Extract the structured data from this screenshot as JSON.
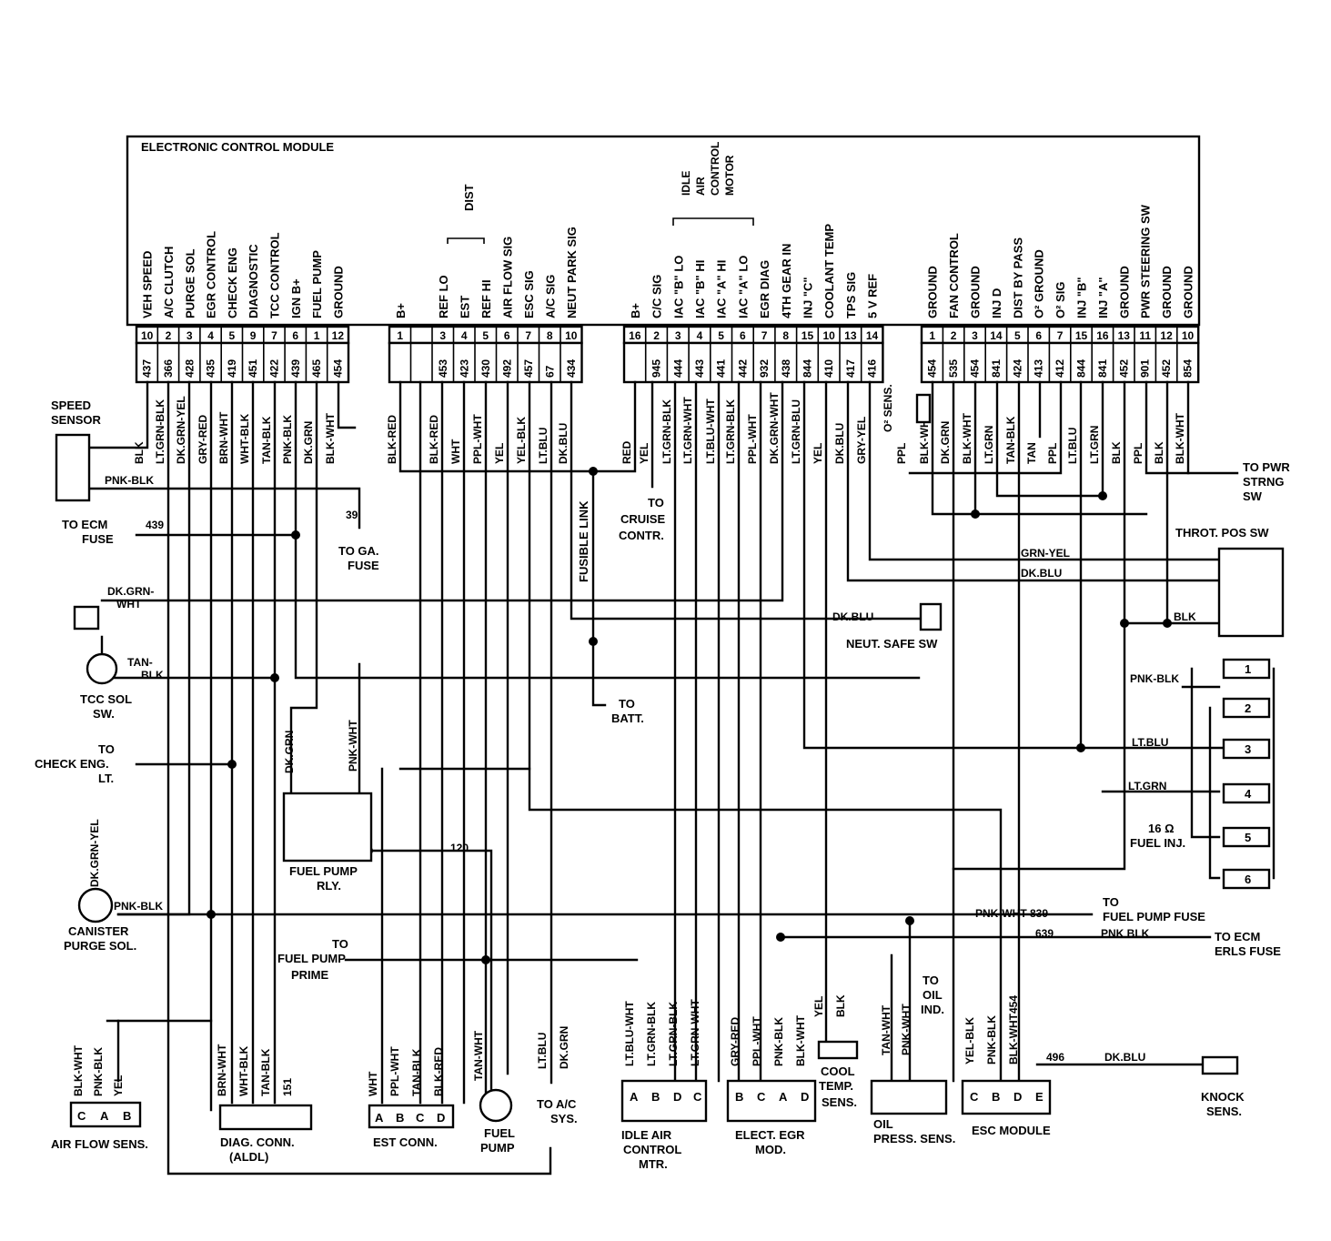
{
  "ecm": {
    "title": "ELECTRONIC CONTROL MODULE",
    "dist_label": "DIST",
    "iac_group_label": [
      "IDLE",
      "AIR",
      "CONTROL",
      "MOTOR"
    ],
    "groups": [
      {
        "id": "A",
        "pins": [
          {
            "label": "VEH SPEED",
            "pin": "10",
            "wire": "437"
          },
          {
            "label": "A/C CLUTCH",
            "pin": "2",
            "wire": "366"
          },
          {
            "label": "PURGE SOL",
            "pin": "3",
            "wire": "428"
          },
          {
            "label": "EGR CONTROL",
            "pin": "4",
            "wire": "435"
          },
          {
            "label": "CHECK ENG",
            "pin": "5",
            "wire": "419"
          },
          {
            "label": "DIAGNOSTIC",
            "pin": "9",
            "wire": "451"
          },
          {
            "label": "TCC CONTROL",
            "pin": "7",
            "wire": "422"
          },
          {
            "label": "IGN B+",
            "pin": "6",
            "wire": "439"
          },
          {
            "label": "FUEL PUMP",
            "pin": "1",
            "wire": "465"
          },
          {
            "label": "GROUND",
            "pin": "12",
            "wire": "454"
          }
        ]
      },
      {
        "id": "B",
        "pins": [
          {
            "label": "B+",
            "pin": "1",
            "wire": ""
          },
          {
            "label": "",
            "pin": "",
            "wire": ""
          },
          {
            "label": "REF LO",
            "pin": "3",
            "wire": "453"
          },
          {
            "label": "EST",
            "pin": "4",
            "wire": "423"
          },
          {
            "label": "REF HI",
            "pin": "5",
            "wire": "430"
          },
          {
            "label": "AIR FLOW SIG",
            "pin": "6",
            "wire": "492"
          },
          {
            "label": "ESC SIG",
            "pin": "7",
            "wire": "457"
          },
          {
            "label": "A/C SIG",
            "pin": "8",
            "wire": "67"
          },
          {
            "label": "NEUT PARK SIG",
            "pin": "10",
            "wire": "434"
          }
        ]
      },
      {
        "id": "C",
        "pins": [
          {
            "label": "B+",
            "pin": "16",
            "wire": ""
          },
          {
            "label": "C/C SIG",
            "pin": "2",
            "wire": "945"
          },
          {
            "label": "IAC \"B\" LO",
            "pin": "3",
            "wire": "444"
          },
          {
            "label": "IAC \"B\" HI",
            "pin": "4",
            "wire": "443"
          },
          {
            "label": "IAC \"A\" HI",
            "pin": "5",
            "wire": "441"
          },
          {
            "label": "IAC \"A\" LO",
            "pin": "6",
            "wire": "442"
          },
          {
            "label": "EGR DIAG",
            "pin": "7",
            "wire": "932"
          },
          {
            "label": "4TH GEAR IN",
            "pin": "8",
            "wire": "438"
          },
          {
            "label": "INJ \"C\"",
            "pin": "15",
            "wire": "844"
          },
          {
            "label": "COOLANT TEMP",
            "pin": "10",
            "wire": "410"
          },
          {
            "label": "TPS SIG",
            "pin": "13",
            "wire": "417"
          },
          {
            "label": "5 V REF",
            "pin": "14",
            "wire": "416"
          }
        ]
      },
      {
        "id": "D",
        "pins": [
          {
            "label": "GROUND",
            "pin": "1",
            "wire": "454"
          },
          {
            "label": "FAN CONTROL",
            "pin": "2",
            "wire": "535"
          },
          {
            "label": "GROUND",
            "pin": "3",
            "wire": "454"
          },
          {
            "label": "INJ D",
            "pin": "14",
            "wire": "841"
          },
          {
            "label": "DIST BY PASS",
            "pin": "5",
            "wire": "424"
          },
          {
            "label": "O² GROUND",
            "pin": "6",
            "wire": "413"
          },
          {
            "label": "O² SIG",
            "pin": "7",
            "wire": "412"
          },
          {
            "label": "INJ \"B\"",
            "pin": "15",
            "wire": "844"
          },
          {
            "label": "INJ \"A\"",
            "pin": "16",
            "wire": "841"
          },
          {
            "label": "GROUND",
            "pin": "13",
            "wire": "452"
          },
          {
            "label": "PWR STEERING SW",
            "pin": "11",
            "wire": "901"
          },
          {
            "label": "GROUND",
            "pin": "12",
            "wire": "452"
          },
          {
            "label": "GROUND",
            "pin": "10",
            "wire": "854"
          }
        ]
      }
    ]
  },
  "wire_colors": {
    "A": [
      "BLK",
      "LT.GRN-BLK",
      "DK.GRN-YEL",
      "GRY-RED",
      "BRN-WHT",
      "WHT-BLK",
      "TAN-BLK",
      "PNK-BLK",
      "DK.GRN",
      "BLK-WHT"
    ],
    "B": [
      "BLK-RED",
      "BLK-RED",
      "WHT",
      "PPL-WHT",
      "YEL",
      "YEL-BLK",
      "LT.BLU",
      "DK.BLU"
    ],
    "C": [
      "RED",
      "YEL",
      "LT.GRN-BLK",
      "LT.GRN-WHT",
      "LT.BLU-WHT",
      "LT.GRN-BLK",
      "PPL-WHT",
      "DK.GRN-WHT",
      "LT.GRN-BLU",
      "YEL",
      "DK.BLU",
      "GRY-YEL"
    ],
    "D": [
      "PPL",
      "BLK-WHT",
      "DK.GRN",
      "BLK-WHT",
      "LT.GRN",
      "TAN-BLK",
      "TAN",
      "PPL",
      "LT.BLU",
      "LT.GRN",
      "BLK",
      "PPL",
      "BLK",
      "BLK-WHT"
    ]
  },
  "labels": {
    "speed_sensor": [
      "SPEED",
      "SENSOR"
    ],
    "pnk_blk": "PNK-BLK",
    "to_ecm_fuse": [
      "TO ECM",
      "FUSE"
    ],
    "w439": "439",
    "w39": "39",
    "to_ga_fuse": [
      "TO GA.",
      "FUSE"
    ],
    "dk_grn_wht": [
      "DK.GRN-",
      "WHT"
    ],
    "tan_blk": [
      "TAN-",
      "BLK"
    ],
    "tcc_sol_sw": [
      "TCC SOL",
      "SW."
    ],
    "to_check_eng_lt": [
      "TO",
      "CHECK ENG.",
      "LT."
    ],
    "dk_grn_yel": "DK.GRN-YEL",
    "canister": [
      "CANISTER",
      "PURGE SOL."
    ],
    "air_flow_sens": "AIR FLOW SENS.",
    "air_flow_wires": [
      "BLK-WHT",
      "PNK-BLK",
      "YEL"
    ],
    "air_flow_pins": [
      "C",
      "A",
      "B"
    ],
    "diag_conn": [
      "DIAG. CONN.",
      "(ALDL)"
    ],
    "diag_wires": [
      "BRN-WHT",
      "WHT-BLK",
      "TAN-BLK",
      "151"
    ],
    "fuel_pump_rly": [
      "FUEL PUMP",
      "RLY."
    ],
    "dk_grn": "DK.GRN",
    "pnk_wht": "PNK-WHT",
    "w120": "120",
    "to_fuel_pump_prime": [
      "TO",
      "FUEL PUMP",
      "PRIME"
    ],
    "est_conn": "EST CONN.",
    "est_wires": [
      "WHT",
      "PPL-WHT",
      "TAN-BLK",
      "BLK-RED"
    ],
    "est_pins": [
      "A",
      "B",
      "C",
      "D"
    ],
    "tan_wht": "TAN-WHT",
    "fuel_pump": [
      "FUEL",
      "PUMP"
    ],
    "ac_wires": [
      "LT.BLU",
      "DK.GRN"
    ],
    "to_ac_sys": [
      "TO A/C",
      "SYS."
    ],
    "fusible_link": "FUSIBLE LINK",
    "to_batt": [
      "TO",
      "BATT."
    ],
    "to_cruise": [
      "TO",
      "CRUISE",
      "CONTR."
    ],
    "iac_wires": [
      "LT.BLU-WHT",
      "LT.GRN-BLK",
      "LT.GRN-BLK",
      "LT.GRN-WHT"
    ],
    "iac_pins": [
      "A",
      "B",
      "D",
      "C"
    ],
    "idle_air_control_mtr": [
      "IDLE AIR",
      "CONTROL",
      "MTR."
    ],
    "egr_wires": [
      "GRY-RED",
      "PPL-WHT",
      "PNK-BLK",
      "BLK-WHT"
    ],
    "egr_pins": [
      "B",
      "C",
      "A",
      "D"
    ],
    "elect_egr_mod": [
      "ELECT. EGR",
      "MOD."
    ],
    "cool_wires": [
      "YEL",
      "BLK"
    ],
    "cool_temp_sens": [
      "COOL",
      "TEMP.",
      "SENS."
    ],
    "oil_wires": [
      "TAN-WHT",
      "PNK-WHT"
    ],
    "to_oil_ind": [
      "TO",
      "OIL",
      "IND."
    ],
    "oil_press_sens": [
      "OIL",
      "PRESS. SENS."
    ],
    "esc_wires": [
      "YEL-BLK",
      "PNK-BLK",
      "BLK-WHT454"
    ],
    "esc_pins": [
      "C",
      "B",
      "D",
      "E"
    ],
    "esc_module": "ESC MODULE",
    "w496": "496",
    "dk_blu": "DK.BLU",
    "knock_sens": [
      "KNOCK",
      "SENS."
    ],
    "o2_sens": "O² SENS.",
    "to_pwr_strng_sw": [
      "TO PWR",
      "STRNG",
      "SW"
    ],
    "throt_pos_sw": "THROT. POS SW",
    "grn_yel": "GRN-YEL",
    "blk": "BLK",
    "neut_safe_sw": "NEUT. SAFE SW",
    "lt_blu": "LT.BLU",
    "lt_grn": "LT.GRN",
    "fuel_inj": [
      "16 Ω",
      "FUEL INJ."
    ],
    "injector_pins": [
      "1",
      "2",
      "3",
      "4",
      "5",
      "6"
    ],
    "pnk_wht_839": "PNK-WHT 839",
    "to_fuel_pump_fuse": [
      "TO",
      "FUEL PUMP FUSE"
    ],
    "w639": "639",
    "pnk_blk2": "PNK BLK",
    "to_ecm_erls_fuse": [
      "TO ECM",
      "ERLS FUSE"
    ]
  }
}
